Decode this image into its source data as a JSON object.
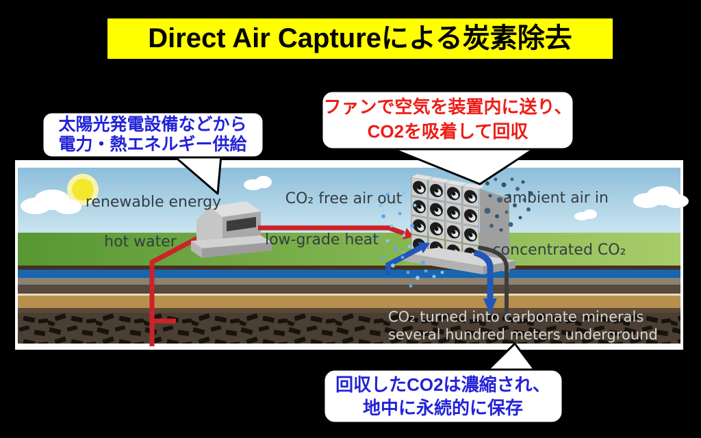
{
  "page": {
    "title": "Direct Air Captureによる炭素除去"
  },
  "callouts": {
    "energy_supply": {
      "line1": "太陽光発電設備などから",
      "line2": "電力・熱エネルギー供給"
    },
    "fan_capture": {
      "line1": "ファンで空気を装置内に送り、",
      "line2": "CO2を吸着して回収"
    },
    "underground_storage": {
      "line1": "回収したCO2は濃縮され、",
      "line2": "地中に永続的に保存"
    }
  },
  "diagram": {
    "labels": {
      "renewable_energy": "renewable energy",
      "hot_water": "hot water",
      "low_grade_heat": "low-grade heat",
      "co2_free_air_out": "CO₂ free air out",
      "ambient_air_in": "ambient air in",
      "concentrated_co2": "concentrated CO₂",
      "underground_line1": "CO₂ turned into carbonate minerals",
      "underground_line2": "several hundred meters underground"
    }
  },
  "colors": {
    "page_bg": "#000000",
    "title_bg": "#ffff00",
    "title_text": "#000000",
    "callout_blue": "#2222d8",
    "callout_red": "#ed1c16",
    "arrow_red": "#cc2229",
    "arrow_blue": "#2057b8",
    "water": "#1766af",
    "sky_top": "#8dbeda",
    "grass_left": "#579732",
    "grass_right": "#a8cd6a"
  }
}
